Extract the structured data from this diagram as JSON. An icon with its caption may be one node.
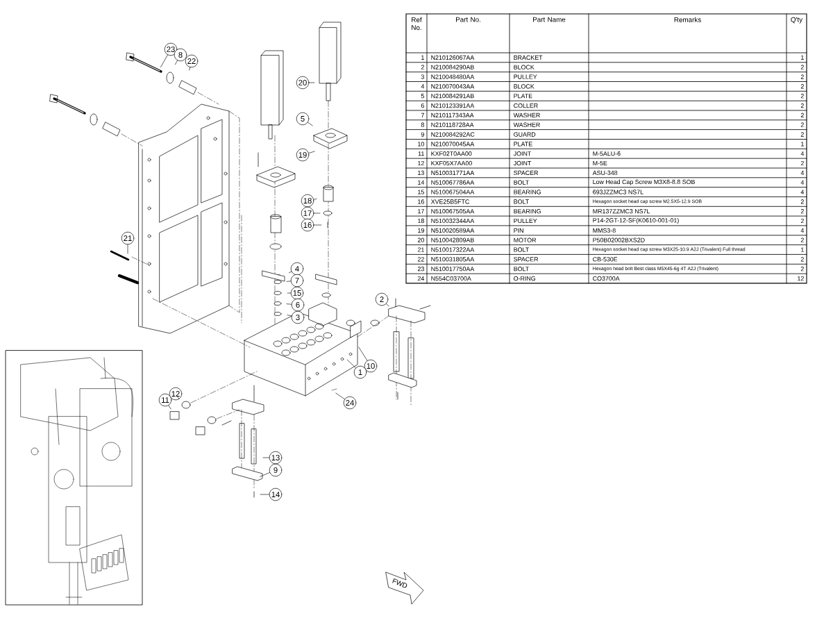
{
  "diagram": {
    "nodes": [
      {
        "text": [
          "23"
        ]
      },
      {
        "text": [
          "8"
        ]
      },
      {
        "text": [
          "22"
        ]
      },
      {
        "text": [
          "20"
        ]
      },
      {
        "text": [
          "5"
        ]
      },
      {
        "text": [
          "19"
        ]
      },
      {
        "text": [
          "18"
        ]
      },
      {
        "text": [
          "17"
        ]
      },
      {
        "text": [
          "16"
        ]
      },
      {
        "text": [
          "21"
        ]
      },
      {
        "text": [
          "4"
        ]
      },
      {
        "text": [
          "7"
        ]
      },
      {
        "text": [
          "15"
        ]
      },
      {
        "text": [
          "2"
        ]
      },
      {
        "text": [
          "6"
        ]
      },
      {
        "text": [
          "3"
        ]
      },
      {
        "text": [
          "10"
        ]
      },
      {
        "text": [
          "1"
        ]
      },
      {
        "text": [
          "24"
        ]
      },
      {
        "text": [
          "12"
        ]
      },
      {
        "text": [
          "11"
        ]
      },
      {
        "text": [
          "13"
        ]
      },
      {
        "text": [
          "9"
        ]
      },
      {
        "text": [
          "14"
        ]
      }
    ],
    "edges": [
      {
        "from": 0,
        "to": null,
        "arrow": "none"
      },
      {
        "from": 1,
        "to": null,
        "arrow": "none"
      },
      {
        "from": 2,
        "to": null,
        "arrow": "none"
      },
      {
        "from": 3,
        "to": null,
        "arrow": "none"
      },
      {
        "from": 4,
        "to": null,
        "arrow": "none"
      },
      {
        "from": 5,
        "to": null,
        "arrow": "none"
      },
      {
        "from": 6,
        "to": null,
        "arrow": "none"
      },
      {
        "from": 7,
        "to": null,
        "arrow": "none"
      },
      {
        "from": 8,
        "to": null,
        "arrow": "none"
      },
      {
        "from": 9,
        "to": null,
        "arrow": "none"
      },
      {
        "from": 10,
        "to": null,
        "arrow": "none"
      },
      {
        "from": 11,
        "to": null,
        "arrow": "none"
      },
      {
        "from": 12,
        "to": null,
        "arrow": "none"
      },
      {
        "from": 13,
        "to": null,
        "arrow": "none"
      },
      {
        "from": 14,
        "to": null,
        "arrow": "none"
      },
      {
        "from": 15,
        "to": null,
        "arrow": "none"
      },
      {
        "from": 16,
        "to": null,
        "arrow": "none"
      },
      {
        "from": 17,
        "to": null,
        "arrow": "none"
      },
      {
        "from": 18,
        "to": null,
        "arrow": "none"
      },
      {
        "from": 19,
        "to": null,
        "arrow": "none"
      },
      {
        "from": 20,
        "to": null,
        "arrow": "none"
      },
      {
        "from": 21,
        "to": null,
        "arrow": "none"
      },
      {
        "from": 22,
        "to": null,
        "arrow": "none"
      },
      {
        "from": 23,
        "to": null,
        "arrow": "none"
      }
    ],
    "labels": [
      "Ref No.",
      "Part No.",
      "Part Name",
      "Remarks",
      "Q'ty",
      "1",
      "N210126067AA",
      "BRACKET",
      "1",
      "2",
      "N210084290AB",
      "BLOCK",
      "2",
      "3",
      "N210048480AA",
      "PULLEY",
      "2",
      "4",
      "N210070043AA",
      "BLOCK",
      "2",
      "5",
      "N210084291AB",
      "PLATE",
      "2",
      "6",
      "N210123391AA",
      "COLLER",
      "2",
      "7",
      "N210117343AA",
      "WASHER",
      "2",
      "8",
      "N210118728AA",
      "WASHER",
      "2",
      "9",
      "N210084292AC",
      "GUARD",
      "2",
      "10",
      "N210070045AA",
      "PLATE",
      "1",
      "11",
      "KXF02T0AA00",
      "JOINT",
      "M-5ALU-6",
      "4",
      "12",
      "KXF05X7AA00",
      "JOINT",
      "M-5E",
      "2",
      "13",
      "N510031771AA",
      "SPACER",
      "ASU-348",
      "4",
      "14",
      "N510067786AA",
      "BOLT",
      "Low Head Cap Screw M3X8-8.8 SOB",
      "4",
      "15",
      "N510067504AA",
      "BEARING",
      "693JZZMC3 NS7L",
      "4",
      "16",
      "XVE25B5FTC",
      "BOLT",
      "Hexagon socket head cap screw M2.5X5-12.9 SOB",
      "2",
      "17",
      "N510067505AA",
      "BEARING",
      "MR137ZZMC3 NS7L",
      "2",
      "18",
      "N510032344AA",
      "PULLEY",
      "P14-2GT-12-SF(K0610-001-01)",
      "2",
      "19",
      "N510020589AA",
      "PIN",
      "MMS3-8",
      "4",
      "20",
      "N510042809AB",
      "MOTOR",
      "P50B02002BXS2D",
      "2",
      "21",
      "N510017322AA",
      "BOLT",
      "Hexagon socket head cap screw M3X25-10.9 A2J (Trivalent) Full thread",
      "1",
      "22",
      "N510031805AA",
      "SPACER",
      "CB-530E",
      "2",
      "23",
      "N510017750AA",
      "BOLT",
      "Hexagon head bolt Best class M5X45-6g 4T A2J (Trivalent)",
      "2",
      "24",
      "N554C03700A",
      "O-RING",
      "CO3700A",
      "12",
      "FWD"
    ]
  }
}
